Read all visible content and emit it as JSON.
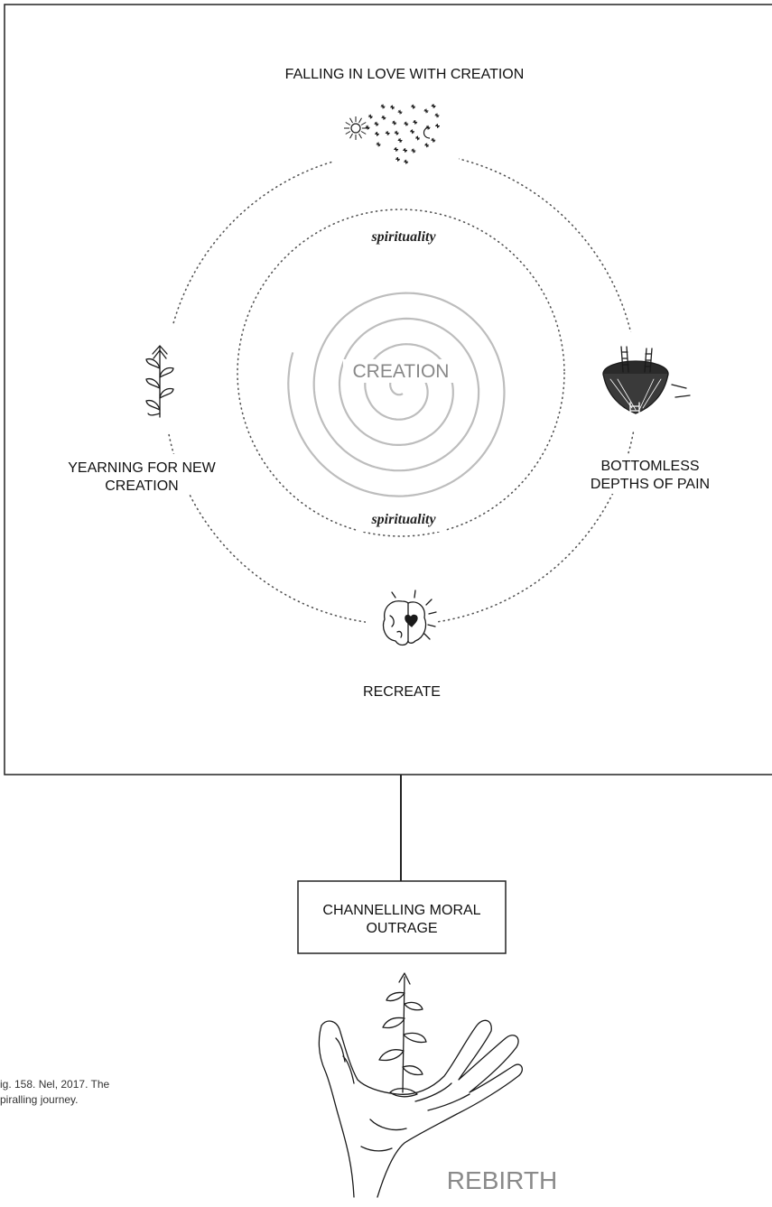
{
  "stages": {
    "top": "FALLING IN LOVE WITH CREATION",
    "left_line1": "YEARNING FOR NEW",
    "left_line2": "CREATION",
    "right_line1": "BOTTOMLESS",
    "right_line2": "DEPTHS OF PAIN",
    "bottom": "RECREATE"
  },
  "inner": {
    "center": "CREATION",
    "spirituality_top": "spirituality",
    "spirituality_bottom": "spirituality"
  },
  "outrage_box": {
    "line1": "CHANNELLING MORAL",
    "line2": "OUTRAGE"
  },
  "rebirth": "REBIRTH",
  "caption": {
    "line1": "ig. 158.     Nel, 2017. The",
    "line2": "piralling journey."
  },
  "icons": {
    "top": "stars-heart-icon",
    "left": "arrow-sprout-icon",
    "right": "pit-with-ladders-icon",
    "bottom": "brain-heart-icon",
    "hand": "hand-holding-seedling-icon"
  }
}
